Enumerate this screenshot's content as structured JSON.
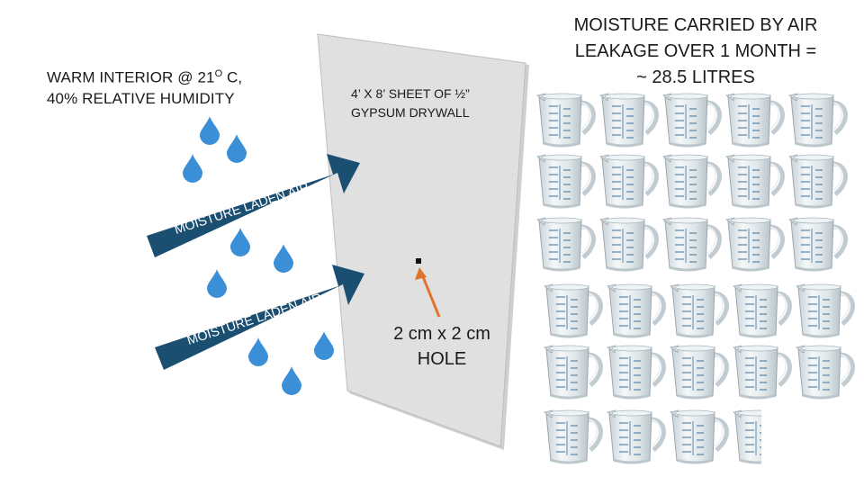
{
  "interior": {
    "line1_prefix": "WARM INTERIOR @ 21",
    "degree_mark": "O",
    "line1_suffix": " C,",
    "line2": "40% RELATIVE HUMIDITY"
  },
  "drywall": {
    "line1": "4’ X 8’ SHEET OF ½”",
    "line2": "GYPSUM DRYWALL",
    "color": "#e0e0e0"
  },
  "arrows": [
    {
      "label": "MOISTURE LADEN AIR"
    },
    {
      "label": "MOISTURE LADEN AIR"
    }
  ],
  "hole": {
    "line1": "2 cm x 2 cm",
    "line2": "HOLE"
  },
  "summary": {
    "line1": "MOISTURE CARRIED BY AIR",
    "line2": "LEAKAGE OVER 1 MONTH =",
    "line3": "~ 28.5 LITRES"
  },
  "measuring_cups": {
    "full_count": 28,
    "partial_fraction": 0.5
  },
  "colors": {
    "arrow": "#1b4f72",
    "drop": "#3b8fd6",
    "pointer": "#e0722a"
  }
}
